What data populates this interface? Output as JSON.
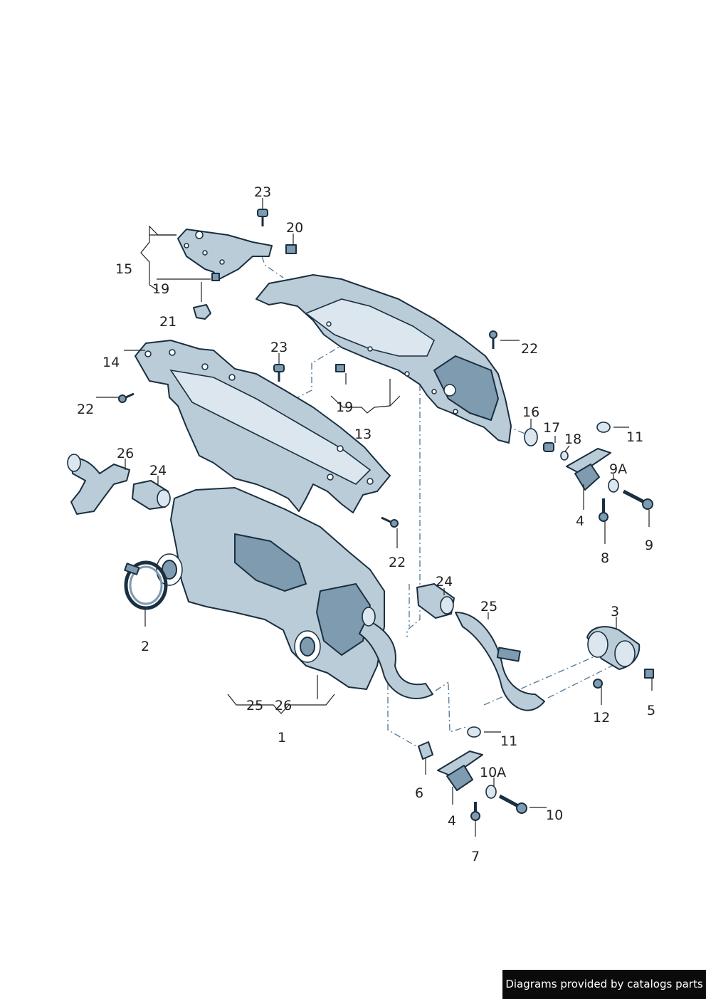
{
  "callouts": {
    "c23a": "23",
    "c20": "20",
    "c15": "15",
    "c19a": "19",
    "c21": "21",
    "c22a": "22",
    "c14": "14",
    "c23b": "23",
    "c22b": "22",
    "c19b": "19",
    "c13": "13",
    "c16": "16",
    "c17": "17",
    "c18": "18",
    "c11a": "11",
    "c9A": "9A",
    "c4a": "4",
    "c9": "9",
    "c8": "8",
    "c26a": "26",
    "c24a": "24",
    "c22c": "22",
    "c2": "2",
    "c24b": "24",
    "c25a": "25",
    "c3": "3",
    "c25b": "25",
    "c26b": "26",
    "c1": "1",
    "c12": "12",
    "c5": "5",
    "c11b": "11",
    "c10A": "10A",
    "c6": "6",
    "c4b": "4",
    "c10": "10",
    "c7": "7"
  },
  "footer": {
    "text": "Diagrams provided by catalogs parts"
  }
}
